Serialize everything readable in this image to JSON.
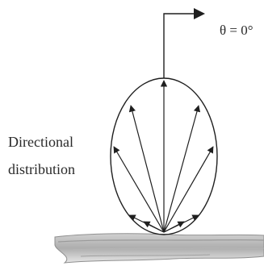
{
  "diagram": {
    "angle_label": "θ = 0°",
    "side_label_line1": "Directional",
    "side_label_line2": "distribution"
  },
  "colors": {
    "ink": "#1f1f1f",
    "surface_dark": "#8a8a8a",
    "surface_light": "#d9d9d9"
  }
}
